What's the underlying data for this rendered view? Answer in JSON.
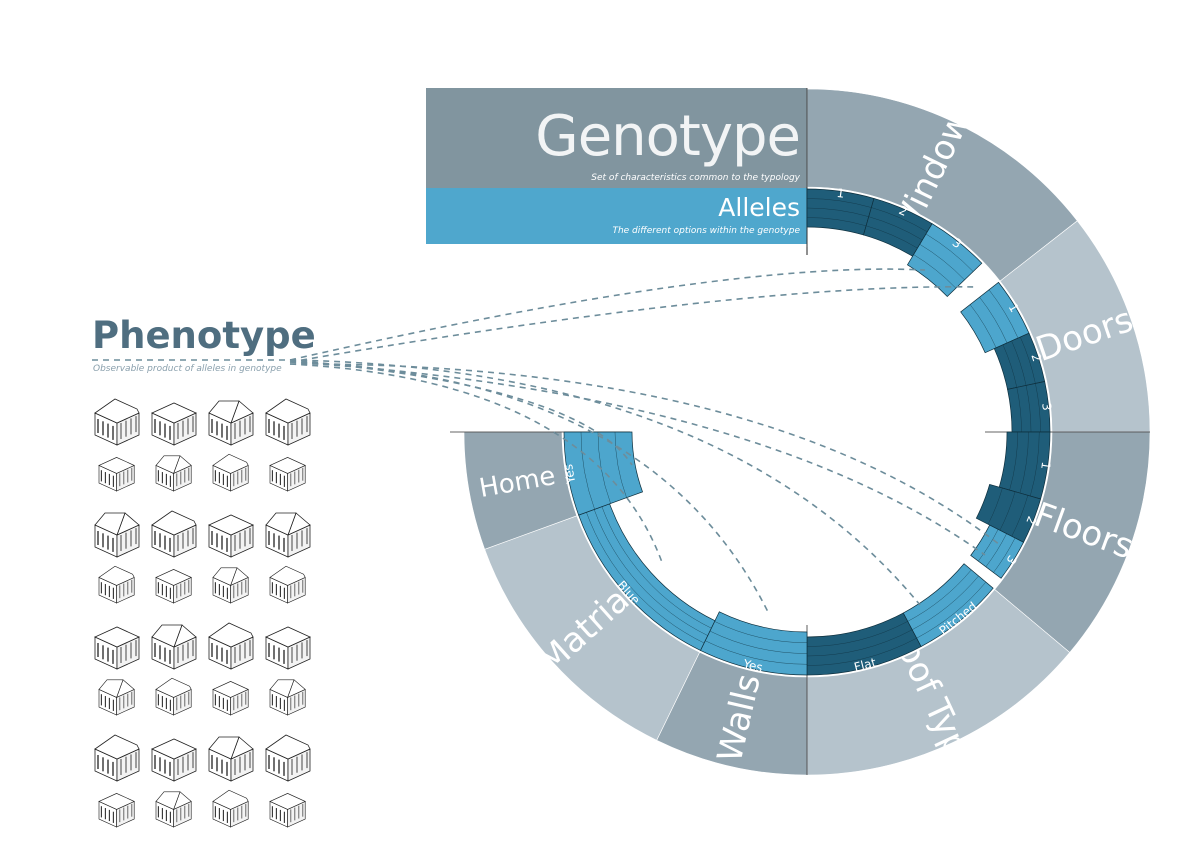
{
  "genotype": {
    "title": "Genotype",
    "subtitle": "Set of characteristics common to the typology"
  },
  "alleles": {
    "title": "Alleles",
    "subtitle": "The different options within the genotype"
  },
  "phenotype": {
    "title": "Phenotype",
    "subtitle": "Observable product of alleles in genotype"
  },
  "genes": [
    {
      "name": "Windows",
      "alleles": [
        "1",
        "2",
        "3"
      ]
    },
    {
      "name": "Doors",
      "alleles": [
        "1",
        "2",
        "3"
      ]
    },
    {
      "name": "Floors",
      "alleles": [
        "1",
        "2",
        "3"
      ]
    },
    {
      "name": "Roof Type",
      "alleles": [
        "Pitched",
        "Flat"
      ]
    },
    {
      "name": "Walls",
      "alleles": [
        "Yes"
      ]
    },
    {
      "name": "Matrial",
      "alleles": [
        "Blue"
      ]
    },
    {
      "name": "Home",
      "alleles": [
        "Yes"
      ]
    }
  ],
  "colors": {
    "genotype_header": "#81959f",
    "alleles_header": "#4fa7cd",
    "gene_dark": "#94a6b1",
    "gene_light": "#b5c3cc",
    "allele_dark": "#1f5d79",
    "allele_light": "#4da6cd",
    "dash": "#6d8d9b",
    "phenotype": "#4f6e80"
  },
  "phenotype_grid": {
    "rows": 8,
    "cols": 4
  }
}
